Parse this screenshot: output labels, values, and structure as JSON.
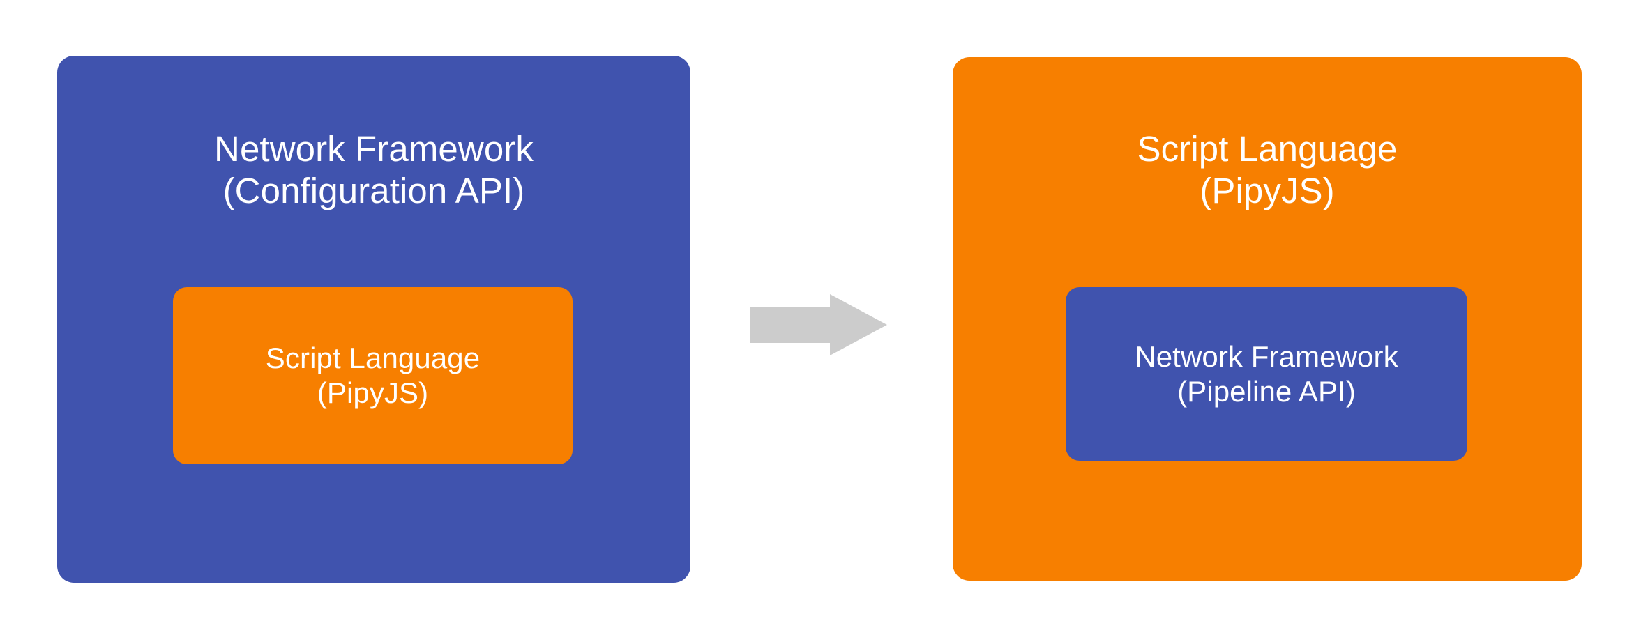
{
  "diagram": {
    "type": "before-after-nesting",
    "background_color": "#ffffff",
    "colors": {
      "blue": "#4053ae",
      "orange": "#f77f00",
      "arrow_gray": "#cccccc",
      "text": "#ffffff"
    },
    "left_panel": {
      "fill": "#4053ae",
      "title_line1": "Network Framework",
      "title_line2": "(Configuration API)",
      "inner": {
        "fill": "#f77f00",
        "title_line1": "Script Language",
        "title_line2": "(PipyJS)"
      }
    },
    "connector": {
      "icon": "arrow-right-icon",
      "color": "#cccccc",
      "direction": "right"
    },
    "right_panel": {
      "fill": "#f77f00",
      "title_line1": "Script Language",
      "title_line2": "(PipyJS)",
      "inner": {
        "fill": "#4053ae",
        "title_line1": "Network Framework",
        "title_line2": "(Pipeline API)"
      }
    }
  }
}
